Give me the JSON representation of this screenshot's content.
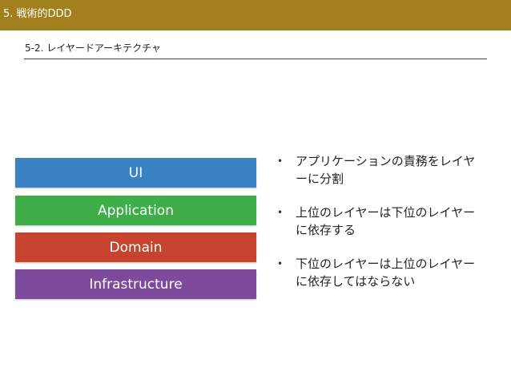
{
  "header": {
    "title": "5. 戦術的DDD",
    "bar_color": "#a07f1c"
  },
  "subtitle": "5-2. レイヤードアーキテクチャ",
  "layers": [
    {
      "label": "UI",
      "color": "#3b82c4"
    },
    {
      "label": "Application",
      "color": "#3fae49"
    },
    {
      "label": "Domain",
      "color": "#c5432f"
    },
    {
      "label": "Infrastructure",
      "color": "#7d4a9c"
    }
  ],
  "bullets": [
    "アプリケーションの責務をレイヤーに分割",
    "上位のレイヤーは下位のレイヤーに依存する",
    "下位のレイヤーは上位のレイヤーに依存してはならない"
  ]
}
